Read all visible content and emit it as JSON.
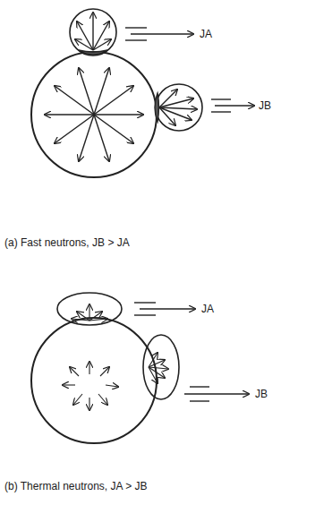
{
  "diagram": {
    "labels": [
      "JA",
      "JB",
      "(a) Fast neutrons, JB > JA",
      "JA",
      "JB",
      "(b) Thermal neutrons, JA > JB"
    ]
  }
}
